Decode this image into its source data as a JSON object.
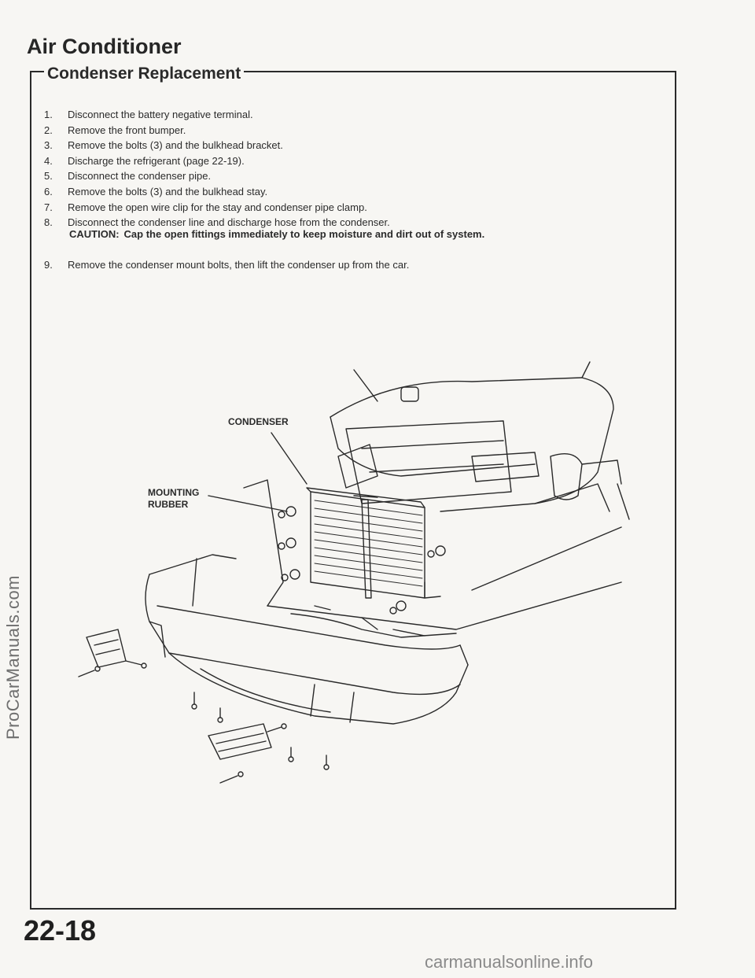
{
  "watermark_side": "ProCarManuals.com",
  "page_title": "Air Conditioner",
  "section_title": "Condenser Replacement",
  "steps": [
    {
      "num": "1.",
      "text": "Disconnect the battery negative terminal."
    },
    {
      "num": "2.",
      "text": "Remove the front bumper."
    },
    {
      "num": "3.",
      "text": "Remove the bolts (3) and the bulkhead bracket."
    },
    {
      "num": "4.",
      "text": "Discharge the refrigerant (page 22-19)."
    },
    {
      "num": "5.",
      "text": "Disconnect the condenser pipe."
    },
    {
      "num": "6.",
      "text": "Remove the bolts (3) and the bulkhead stay."
    },
    {
      "num": "7.",
      "text": "Remove the open wire clip for the stay and condenser pipe clamp."
    },
    {
      "num": "8.",
      "text": "Disconnect the condenser line and discharge hose from the condenser."
    }
  ],
  "caution": {
    "label": "CAUTION:",
    "text": "Cap the open fittings immediately to keep moisture and dirt out of system."
  },
  "step9": {
    "num": "9.",
    "text": "Remove the condenser mount bolts, then lift the condenser up from the car."
  },
  "diagram": {
    "label_condenser": "CONDENSER",
    "label_mounting_1": "MOUNTING",
    "label_mounting_2": "RUBBER"
  },
  "page_number": "22-18",
  "watermark_footer": "carmanualsonline.info"
}
